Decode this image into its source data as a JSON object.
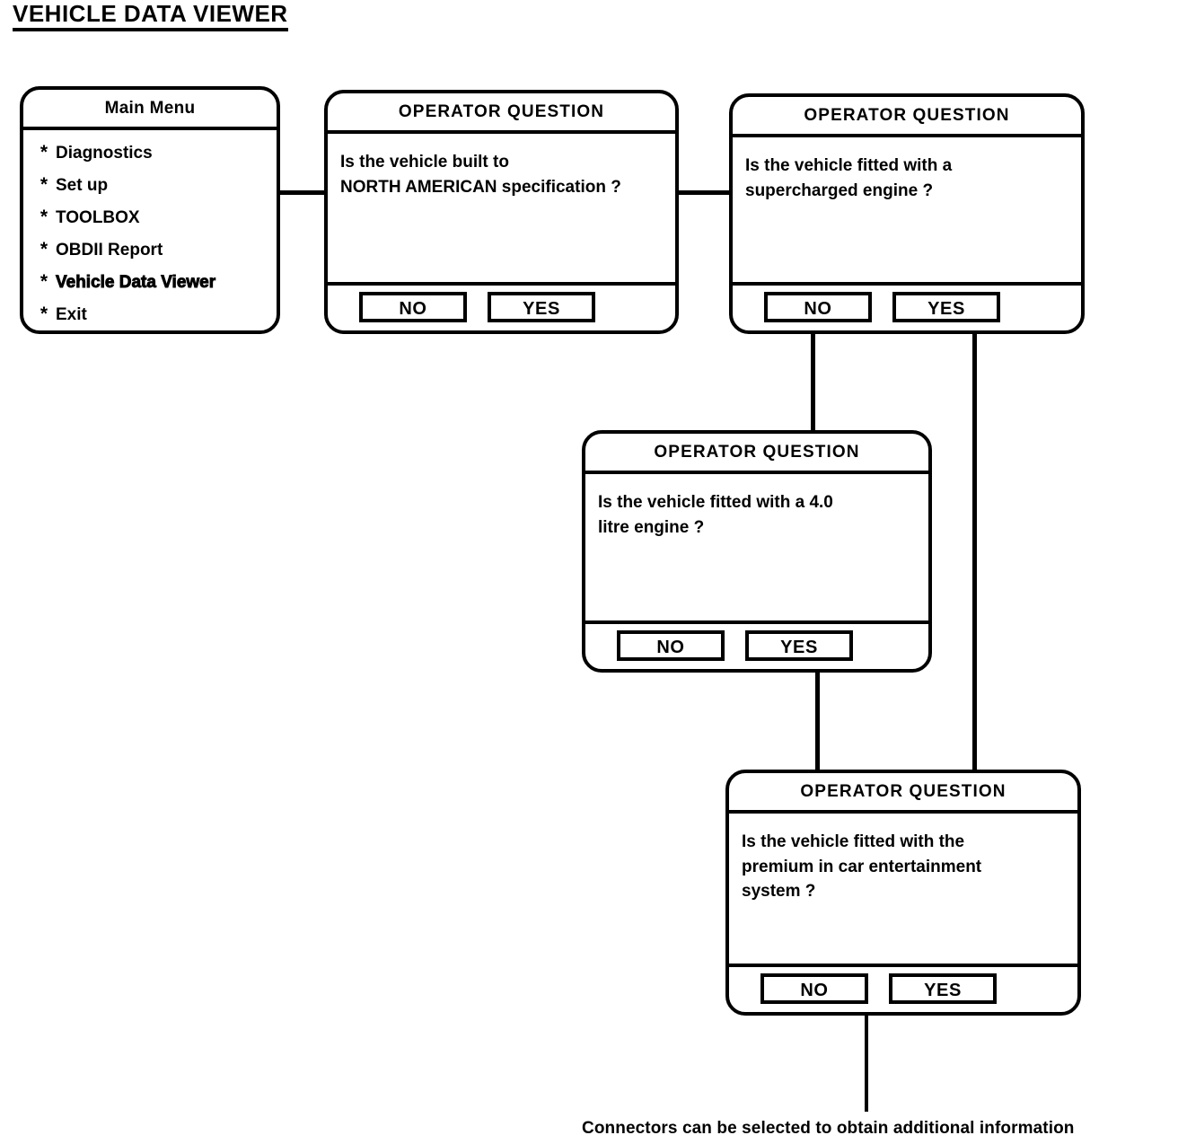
{
  "page": {
    "title": "VEHICLE DATA VIEWER",
    "bottom_caption": "Connectors can be selected to obtain additional information",
    "line_color": "#000000",
    "background_color": "#ffffff"
  },
  "main_menu": {
    "title": "Main Menu",
    "bullet": "*",
    "items": [
      {
        "label": "Diagnostics",
        "emphasis": false
      },
      {
        "label": "Set up",
        "emphasis": false
      },
      {
        "label": "TOOLBOX",
        "emphasis": false
      },
      {
        "label": "OBDII Report",
        "emphasis": false
      },
      {
        "label": "Vehicle Data Viewer",
        "emphasis": true
      },
      {
        "label": "Exit",
        "emphasis": false
      }
    ]
  },
  "dialogs": [
    {
      "id": "north-american-spec",
      "title": "OPERATOR QUESTION",
      "question_lines": [
        "Is the vehicle built to",
        "NORTH AMERICAN specification ?"
      ],
      "buttons": {
        "no": "NO",
        "yes": "YES"
      }
    },
    {
      "id": "supercharged-engine",
      "title": "OPERATOR QUESTION",
      "question_lines": [
        "Is the vehicle fitted with a",
        "supercharged engine ?"
      ],
      "buttons": {
        "no": "NO",
        "yes": "YES"
      }
    },
    {
      "id": "four-litre-engine",
      "title": "OPERATOR QUESTION",
      "question_lines": [
        "Is the vehicle fitted with a 4.0",
        "litre engine ?"
      ],
      "buttons": {
        "no": "NO",
        "yes": "YES"
      }
    },
    {
      "id": "premium-ice-system",
      "title": "OPERATOR QUESTION",
      "question_lines": [
        "Is the vehicle fitted with the",
        "premium in car entertainment",
        "system ?"
      ],
      "buttons": {
        "no": "NO",
        "yes": "YES"
      }
    }
  ]
}
